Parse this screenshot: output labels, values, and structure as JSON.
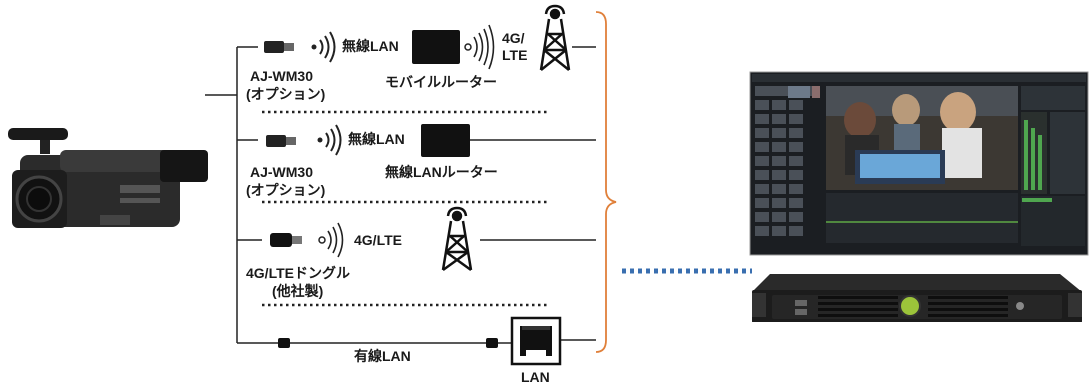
{
  "title": "",
  "routes": [
    {
      "device_label": "AJ-WM30",
      "device_note": "(オプション)",
      "link_label": "無線LAN",
      "relay_label": "モバイルルーター",
      "uplink_label_1": "4G/",
      "uplink_label_2": "LTE"
    },
    {
      "device_label": "AJ-WM30",
      "device_note": "(オプション)",
      "link_label": "無線LAN",
      "relay_label": "無線LANルーター"
    },
    {
      "device_label": "4G/LTEドングル",
      "device_note": "(他社製)",
      "link_label": "4G/LTE"
    },
    {
      "link_label": "有線LAN",
      "relay_label": "LAN"
    }
  ],
  "colors": {
    "bracket": "#e0803a",
    "dotted_link": "#3a6fb0",
    "line": "#222222"
  },
  "icons": [
    "camcorder-icon",
    "usb-module-icon",
    "wireless-signal-icon",
    "router-icon",
    "cell-tower-icon",
    "dongle-icon",
    "cable-plug-icon",
    "lan-port-icon",
    "server-screen-icon",
    "rack-server-icon"
  ]
}
